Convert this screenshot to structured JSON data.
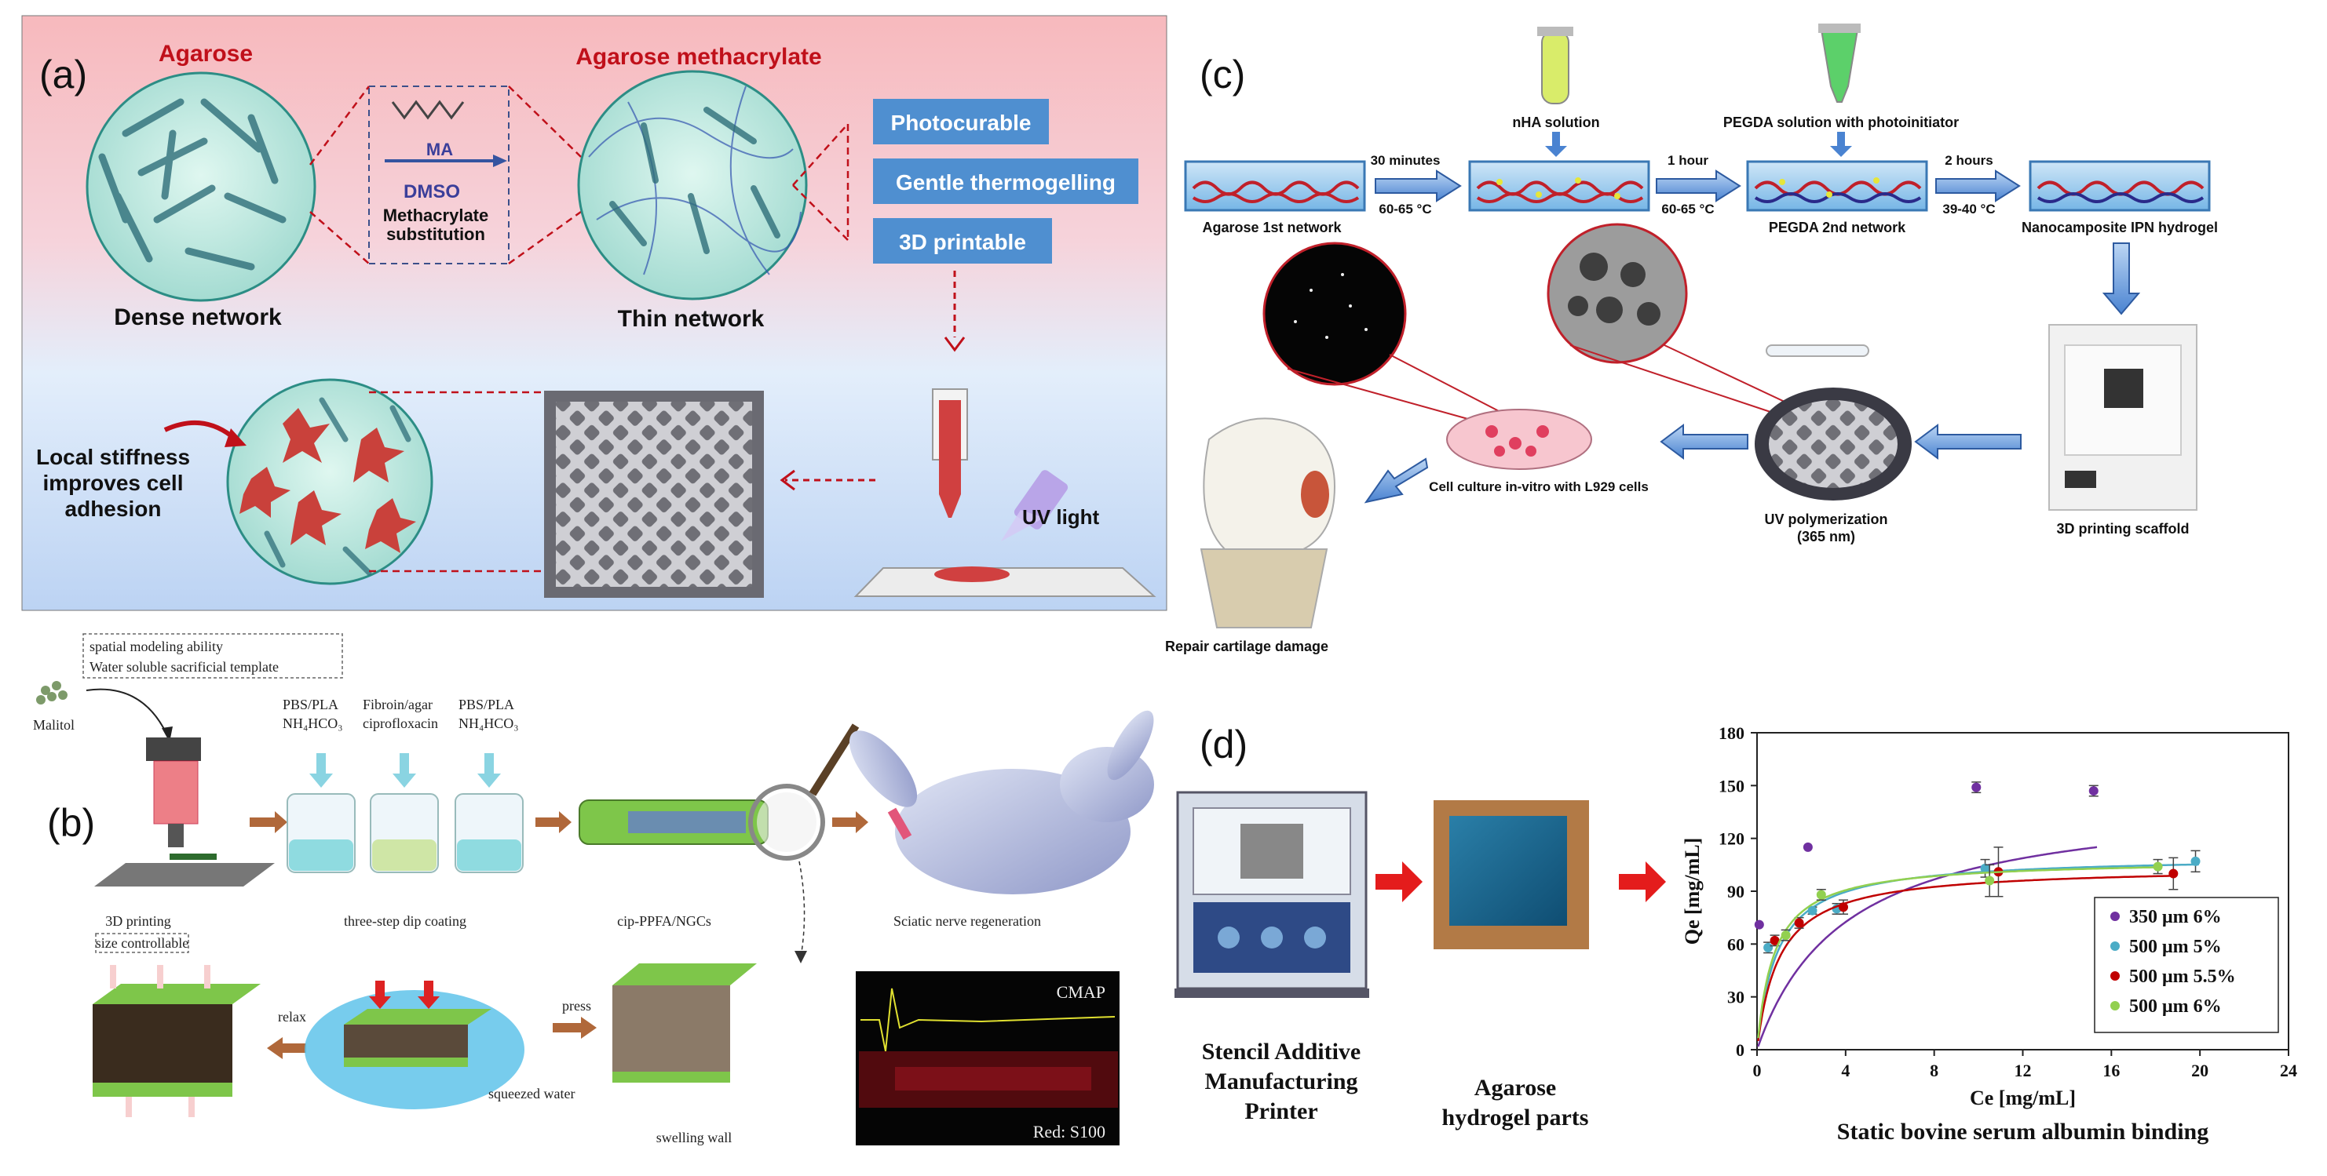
{
  "panel_a": {
    "label": "(a)",
    "agarose": "Agarose",
    "agarose_ma": "Agarose methacrylate",
    "ma": "MA",
    "dmso": "DMSO",
    "methacrylate_1": "Methacrylate",
    "methacrylate_2": "substitution",
    "dense": "Dense network",
    "thin": "Thin network",
    "prop_1": "Photocurable",
    "prop_2": "Gentle thermogelling",
    "prop_3": "3D printable",
    "local_1": "Local stiffness",
    "local_2": "improves cell",
    "local_3": "adhesion",
    "uv": "UV light"
  },
  "panel_b": {
    "label": "(b)",
    "note_1": "spatial modeling ability",
    "note_2": "Water soluble sacrificial template",
    "malitol": "Malitol",
    "pbs_1": "PBS/PLA",
    "nh_1": "NH₄HCO₃",
    "fib_1": "Fibroin/agar",
    "cip": "ciprofloxacin",
    "pbs_2": "PBS/PLA",
    "nh_2": "NH₄HCO₃",
    "printing": "3D printing",
    "size": "size controllable",
    "dip": "three-step dip coating",
    "ngc": "cip-PPFA/NGCs",
    "sciatic": "Sciatic nerve regeneration",
    "relax": "relax",
    "press": "press",
    "squeezed": "squeezed water",
    "swelling": "swelling wall",
    "cmap": "CMAP",
    "red": "Red: S100"
  },
  "panel_c": {
    "label": "(c)",
    "nha": "nHA solution",
    "pegda_sol": "PEGDA solution with photoinitiator",
    "t1": "30 minutes",
    "c1": "60-65 °C",
    "t2": "1 hour",
    "c2": "60-65 °C",
    "t3": "2 hours",
    "c3": "39-40 °C",
    "s1": "Agarose 1st network",
    "s2": "PEGDA 2nd network",
    "s3": "Nanocamposite IPN hydrogel",
    "cell": "Cell culture in-vitro with L929 cells",
    "uvp_1": "UV polymerization",
    "uvp_2": "(365 nm)",
    "print": "3D printing scaffold",
    "repair": "Repair cartilage damage"
  },
  "panel_d": {
    "label": "(d)",
    "stencil_1": "Stencil Additive",
    "stencil_2": "Manufacturing",
    "stencil_3": "Printer",
    "agar_1": "Agarose",
    "agar_2": "hydrogel parts"
  },
  "chart_data": {
    "type": "scatter",
    "xlabel": "Ce [mg/mL]",
    "ylabel": "Qe [mg/mL]",
    "title": "Static bovine serum albumin binding",
    "xlim": [
      0,
      24
    ],
    "ylim": [
      0,
      180
    ],
    "xticks": [
      0,
      4,
      8,
      12,
      16,
      20,
      24
    ],
    "yticks": [
      0,
      30,
      60,
      90,
      120,
      150,
      180
    ],
    "legend_position": "bottom-right",
    "series": [
      {
        "name": "350 μm 6%",
        "color": "#7030a0",
        "x": [
          0.1,
          2.3,
          9.9,
          15.2
        ],
        "y": [
          71,
          115,
          149,
          147
        ],
        "err": [
          0,
          0,
          3,
          3
        ],
        "fit_qmax": 145,
        "fit_k": 0.25
      },
      {
        "name": "500 μm 5%",
        "color": "#4bacc6",
        "x": [
          0.5,
          2.5,
          3.6,
          10.3,
          19.8
        ],
        "y": [
          58,
          79,
          80,
          103,
          107
        ],
        "err": [
          3,
          2,
          3,
          5,
          6
        ],
        "fit_qmax": 110,
        "fit_k": 1.1
      },
      {
        "name": "500 μm 5.5%",
        "color": "#c00000",
        "x": [
          0.8,
          1.9,
          3.9,
          10.9,
          18.8
        ],
        "y": [
          62,
          72,
          81,
          101,
          100
        ],
        "err": [
          3,
          3,
          4,
          14,
          9
        ],
        "fit_qmax": 104,
        "fit_k": 1.0
      },
      {
        "name": "500 μm 6%",
        "color": "#92d050",
        "x": [
          1.3,
          2.9,
          10.5,
          18.1
        ],
        "y": [
          65,
          88,
          96,
          104
        ],
        "err": [
          3,
          3,
          9,
          4
        ],
        "fit_qmax": 108,
        "fit_k": 1.3
      }
    ]
  }
}
